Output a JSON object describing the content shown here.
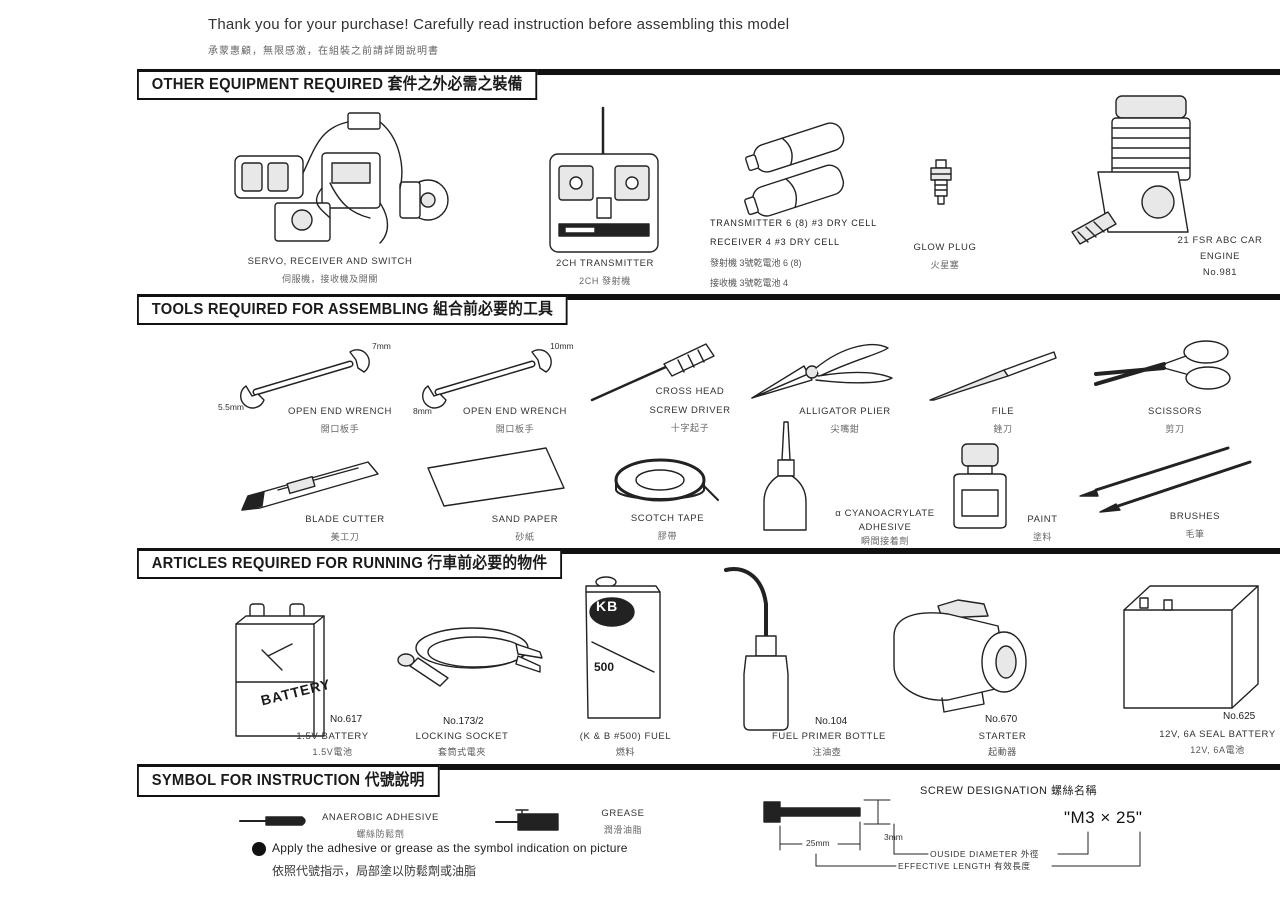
{
  "intro": {
    "line_en": "Thank you for your purchase! Carefully read instruction before assembling this model",
    "line_cn": "承蒙惠顧，無限感激，在組裝之前請詳閱說明書"
  },
  "sections": {
    "other_equipment": "OTHER EQUIPMENT REQUIRED 套件之外必需之裝備",
    "tools": "TOOLS REQUIRED FOR ASSEMBLING 組合前必要的工具",
    "articles": "ARTICLES REQUIRED FOR RUNNING 行車前必要的物件",
    "symbols": "SYMBOL FOR INSTRUCTION 代號說明"
  },
  "equipment": {
    "servo": {
      "label": "SERVO, RECEIVER AND SWITCH",
      "cn": "伺服機，接收機及開關"
    },
    "transmitter": {
      "label": "2CH TRANSMITTER",
      "cn": "2CH 發射機"
    },
    "cells": {
      "line1": "TRANSMITTER 6  (8) #3 DRY CELL",
      "line2": "RECEIVER 4  #3 DRY CELL",
      "line3": "發射機  3號乾電池 6 (8)",
      "line4": "接收機  3號乾電池 4"
    },
    "glow_plug": {
      "label": "GLOW PLUG",
      "cn": "火星塞"
    },
    "engine": {
      "label": "21 FSR ABC CAR",
      "label2": "ENGINE",
      "number": "No.981"
    }
  },
  "tools": {
    "wrench1": {
      "label": "OPEN END WRENCH",
      "cn": "開口板手",
      "size_a": "7mm",
      "size_b": "5.5mm"
    },
    "wrench2": {
      "label": "OPEN END WRENCH",
      "cn": "開口板手",
      "size_a": "10mm",
      "size_b": "8mm"
    },
    "screwdriver": {
      "label": "CROSS HEAD",
      "label2": "SCREW DRIVER",
      "cn": "十字起子"
    },
    "plier": {
      "label": "ALLIGATOR PLIER",
      "cn": "尖嘴鉗"
    },
    "file": {
      "label": "FILE",
      "cn": "銼刀"
    },
    "scissors": {
      "label": "SCISSORS",
      "cn": "剪刀"
    },
    "cutter": {
      "label": "BLADE CUTTER",
      "cn": "美工刀"
    },
    "sandpaper": {
      "label": "SAND PAPER",
      "cn": "砂紙"
    },
    "tape": {
      "label": "SCOTCH TAPE",
      "cn": "膠帶"
    },
    "glue": {
      "label": "α CYANOACRYLATE",
      "label2": "ADHESIVE",
      "cn": "瞬間接着劑"
    },
    "paint": {
      "label": "PAINT",
      "cn": "塗料"
    },
    "brushes": {
      "label": "BRUSHES",
      "cn": "毛筆"
    }
  },
  "articles": {
    "battery": {
      "number": "No.617",
      "label": "1.5V BATTERY",
      "cn": "1.5V電池",
      "brand": "BATTERY"
    },
    "socket": {
      "number": "No.173/2",
      "label": "LOCKING SOCKET",
      "cn": "套筒式電夾"
    },
    "fuel": {
      "label": "(K & B #500) FUEL",
      "cn": "燃料",
      "can_logo": "KB",
      "can_number": "500"
    },
    "bottle": {
      "number": "No.104",
      "label": "FUEL PRIMER BOTTLE",
      "cn": "注油壺"
    },
    "starter": {
      "number": "No.670",
      "label": "STARTER",
      "cn": "起動器"
    },
    "seal_battery": {
      "number": "No.625",
      "label": "12V, 6A SEAL BATTERY",
      "cn": "12V, 6A電池"
    }
  },
  "symbols": {
    "anaerobic": {
      "label": "ANAEROBIC ADHESIVE",
      "cn": "螺絲防鬆劑"
    },
    "grease": {
      "label": "GREASE",
      "cn": "潤滑油脂"
    },
    "apply_en": "Apply the adhesive or grease as the symbol indication on picture",
    "apply_cn": "依照代號指示，局部塗以防鬆劑或油脂",
    "screw_designation": "SCREW DESIGNATION 螺絲名稱",
    "screw_code": "\"M3 × 25\"",
    "dim_length": "25mm",
    "dim_diameter": "3mm",
    "outside_diameter": "OUSIDE DIAMETER 外徑",
    "effective_length": "EFFECTIVE LENGTH 有效長度"
  }
}
